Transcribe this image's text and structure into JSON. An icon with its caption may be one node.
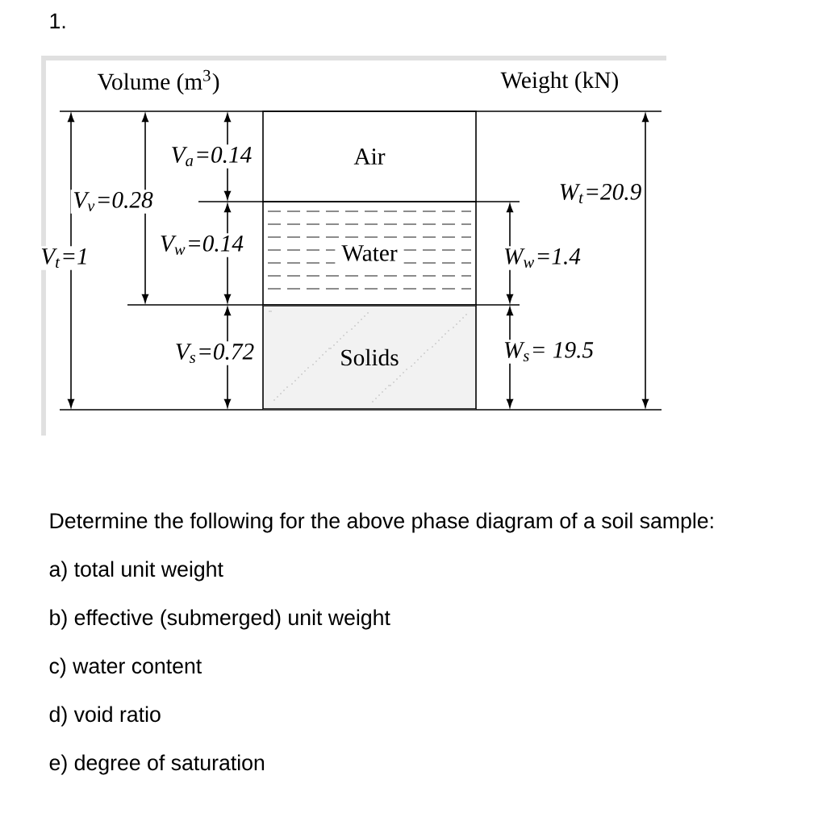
{
  "diagram": {
    "nodes": [
      {
        "text": [
          "Air"
        ]
      },
      {
        "text": [
          "Water"
        ]
      },
      {
        "text": [
          "Solids"
        ]
      }
    ],
    "labels": [
      "1.",
      "Volume (m$^{3}$)",
      "Weight (kN)",
      "V$_{a}$=0.14",
      "V$_{v}$=0.28",
      "V$_{w}$=0.14",
      "V$_{t}$=1",
      "V$_{s}$=0.72",
      "W$_{t}$=20.9",
      "W$_{w}$=1.4",
      "W$_{s}$= 19.5",
      "Determine the following for the above phase diagram of a soil sample:",
      "a) total unit weight",
      "b) effective (submerged) unit weight",
      "c) water content",
      "d) void ratio",
      "e) degree of saturation"
    ]
  }
}
